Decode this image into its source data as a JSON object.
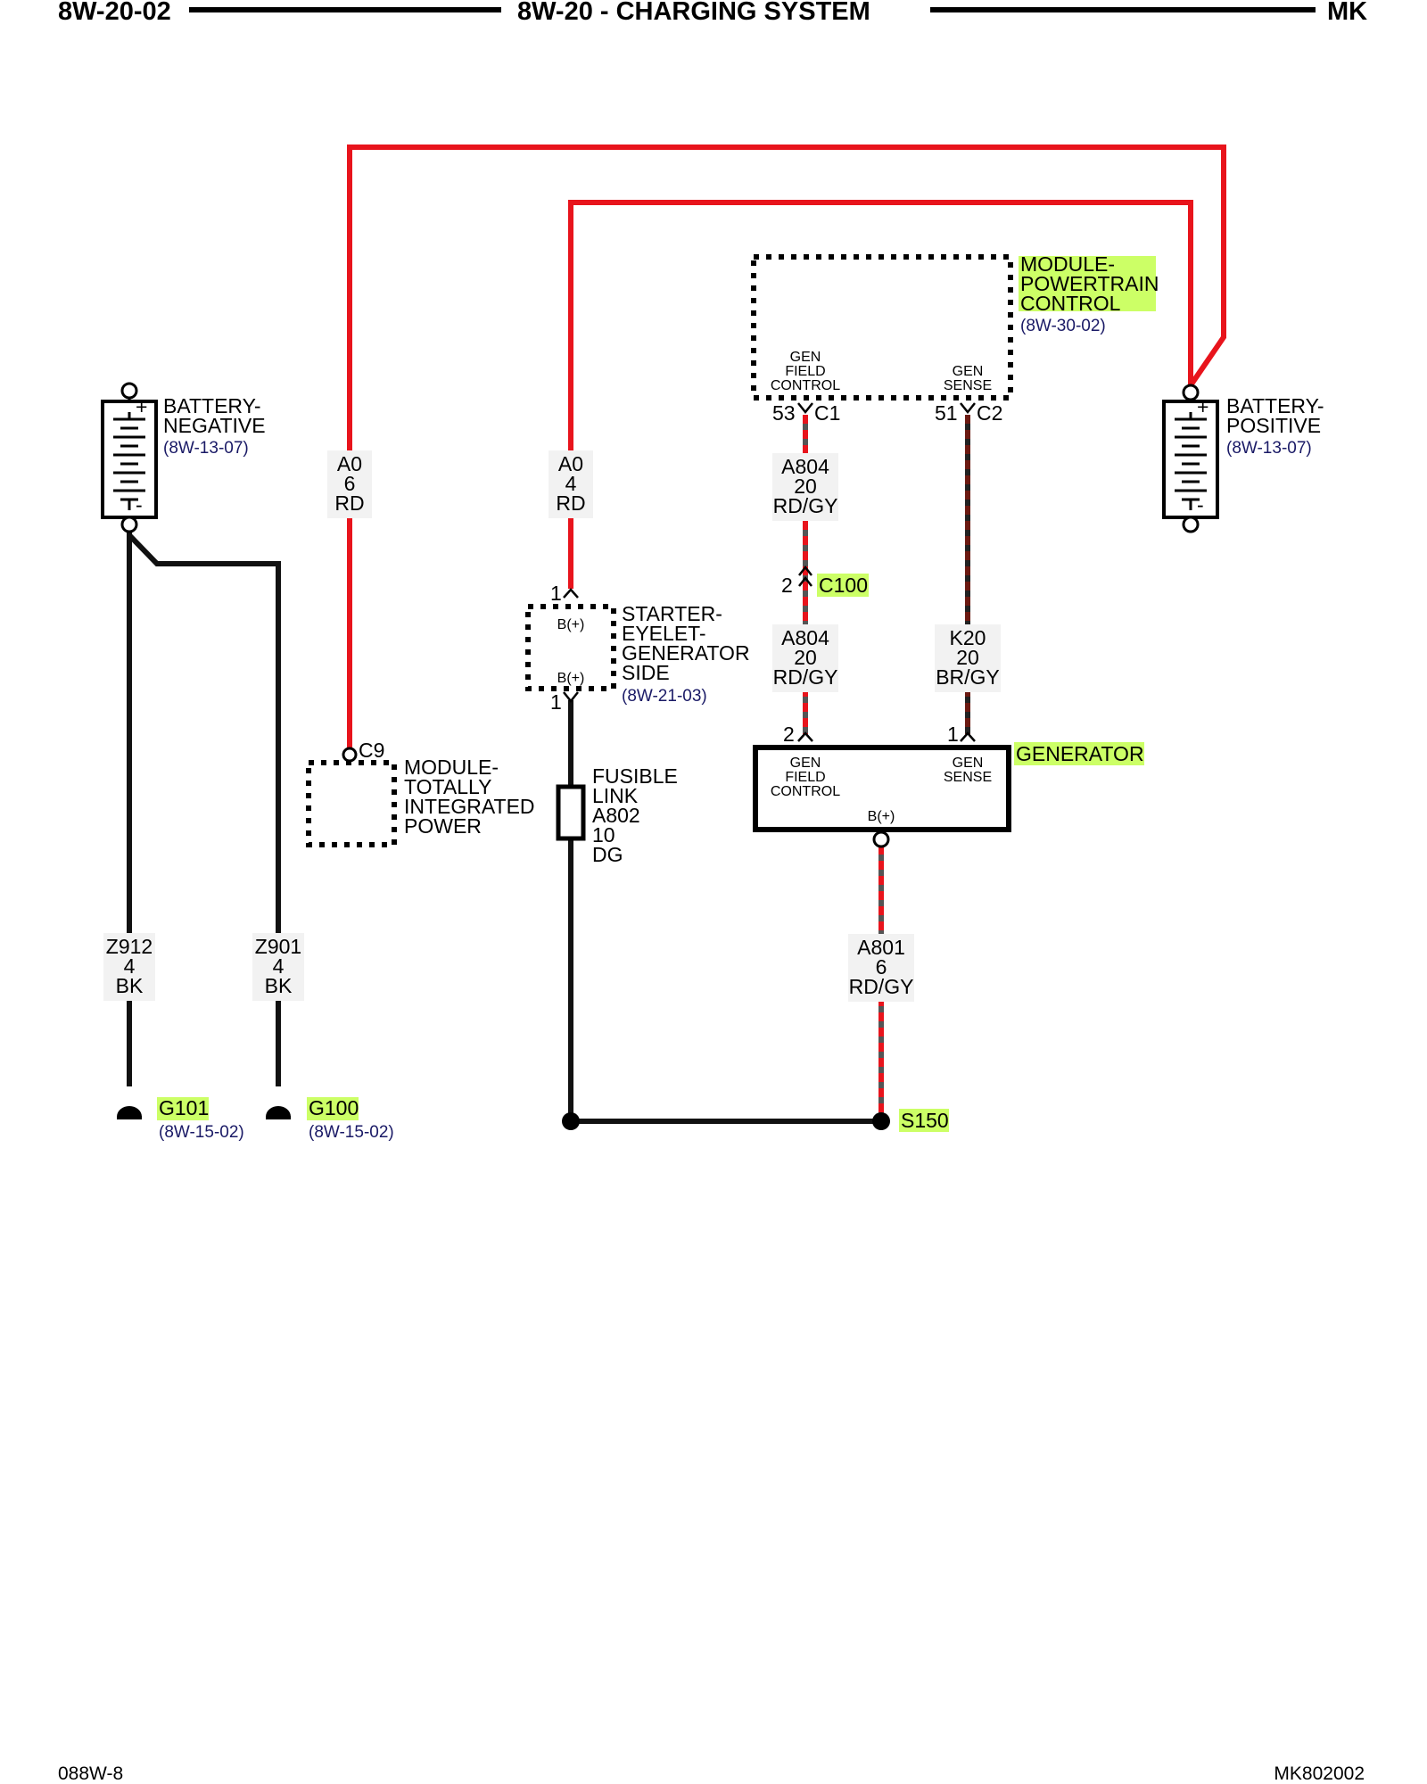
{
  "header": {
    "page_id": "8W-20-02",
    "title": "8W-20 - CHARGING SYSTEM",
    "model": "MK"
  },
  "footer": {
    "left": "088W-8",
    "right": "MK802002"
  },
  "components": {
    "battery_negative": {
      "name1": "BATTERY-",
      "name2": "NEGATIVE",
      "ref": "(8W-13-07)",
      "plus": "+",
      "minus": "-"
    },
    "battery_positive": {
      "name1": "BATTERY-",
      "name2": "POSITIVE",
      "ref": "(8W-13-07)",
      "plus": "+",
      "minus": "-"
    },
    "pcm": {
      "name1": "MODULE-",
      "name2": "POWERTRAIN",
      "name3": "CONTROL",
      "ref": "(8W-30-02)",
      "pin_field_1": "GEN",
      "pin_field_2": "FIELD",
      "pin_field_3": "CONTROL",
      "pin_sense_1": "GEN",
      "pin_sense_2": "SENSE",
      "cav_field": "53",
      "conn_field": "C1",
      "cav_sense": "51",
      "conn_sense": "C2"
    },
    "tipm": {
      "name1": "MODULE-",
      "name2": "TOTALLY",
      "name3": "INTEGRATED",
      "name4": "POWER",
      "conn": "C9"
    },
    "starter_eyelet": {
      "name1": "STARTER-",
      "name2": "EYELET-",
      "name3": "GENERATOR",
      "name4": "SIDE",
      "ref": "(8W-21-03)",
      "pin_top": "B(+)",
      "pin_bottom": "B(+)",
      "cav_top": "1",
      "cav_bottom": "1"
    },
    "fusible_link": {
      "line1": "FUSIBLE",
      "line2": "LINK",
      "line3": "A802",
      "line4": "10",
      "line5": "DG"
    },
    "generator": {
      "name": "GENERATOR",
      "pin_field_1": "GEN",
      "pin_field_2": "FIELD",
      "pin_field_3": "CONTROL",
      "pin_sense_1": "GEN",
      "pin_sense_2": "SENSE",
      "pin_batt": "B(+)",
      "cav_field": "2",
      "cav_sense": "1"
    },
    "c100": {
      "name": "C100",
      "cav": "2"
    },
    "g101": {
      "name": "G101",
      "ref": "(8W-15-02)"
    },
    "g100": {
      "name": "G100",
      "ref": "(8W-15-02)"
    },
    "s150": {
      "name": "S150"
    }
  },
  "wires": {
    "a0_6": {
      "circuit": "A0",
      "gauge": "6",
      "color": "RD"
    },
    "a0_4": {
      "circuit": "A0",
      "gauge": "4",
      "color": "RD"
    },
    "a804_upper": {
      "circuit": "A804",
      "gauge": "20",
      "color": "RD/GY"
    },
    "a804_lower": {
      "circuit": "A804",
      "gauge": "20",
      "color": "RD/GY"
    },
    "k20": {
      "circuit": "K20",
      "gauge": "20",
      "color": "BR/GY"
    },
    "a801": {
      "circuit": "A801",
      "gauge": "6",
      "color": "RD/GY"
    },
    "z912": {
      "circuit": "Z912",
      "gauge": "4",
      "color": "BK"
    },
    "z901": {
      "circuit": "Z901",
      "gauge": "4",
      "color": "BK"
    }
  },
  "colors": {
    "red_wire": "#e8141c",
    "black_wire": "#111111",
    "highlight": "#ccff66",
    "reference": "#1a1a66"
  }
}
